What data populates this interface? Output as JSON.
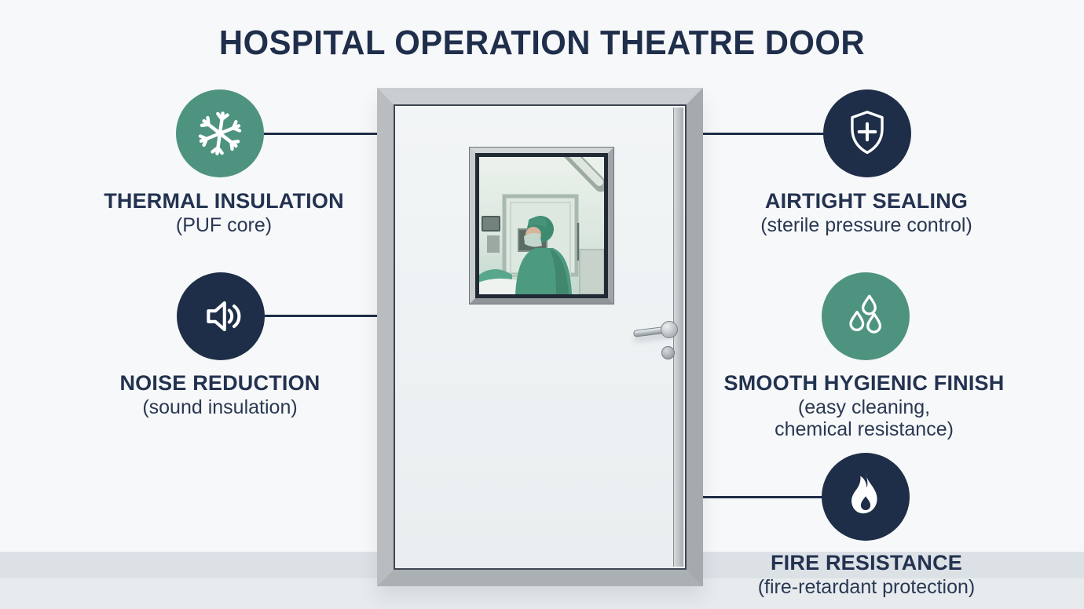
{
  "page": {
    "title": "HOSPITAL OPERATION THEATRE DOOR"
  },
  "colors": {
    "accent_teal": "#4E937F",
    "accent_navy": "#1E2E48",
    "text_navy": "#233250",
    "connector_line": "#1E2C47",
    "background": "#F7F8F9",
    "wall_band": "#DCE1E6",
    "floor": "#E7EBEE",
    "door_panel": "#EFF2F4",
    "frame_metal": "#B5BABD"
  },
  "features": [
    {
      "title": "THERMAL INSULATION",
      "sub1": "(PUF core)",
      "sub2": "",
      "icon": "snowflake-icon",
      "icon_bg": "teal"
    },
    {
      "title": "NOISE REDUCTION",
      "sub1": "(sound insulation)",
      "sub2": "",
      "icon": "speaker-icon",
      "icon_bg": "navy"
    },
    {
      "title": "AIRTIGHT SEALING",
      "sub1": "(sterile pressure control)",
      "sub2": "",
      "icon": "shield-plus-icon",
      "icon_bg": "navy"
    },
    {
      "title": "SMOOTH HYGIENIC FINISH",
      "sub1": "(easy cleaning,",
      "sub2": "chemical resistance)",
      "icon": "water-drops-icon",
      "icon_bg": "teal"
    },
    {
      "title": "FIRE RESISTANCE",
      "sub1": "(fire-retardant protection)",
      "sub2": "",
      "icon": "flame-icon",
      "icon_bg": "navy"
    }
  ],
  "door": {
    "window_scene": "Surgeon in green scrubs, cap and mask inside an operation theatre, seen through the door vision panel"
  }
}
